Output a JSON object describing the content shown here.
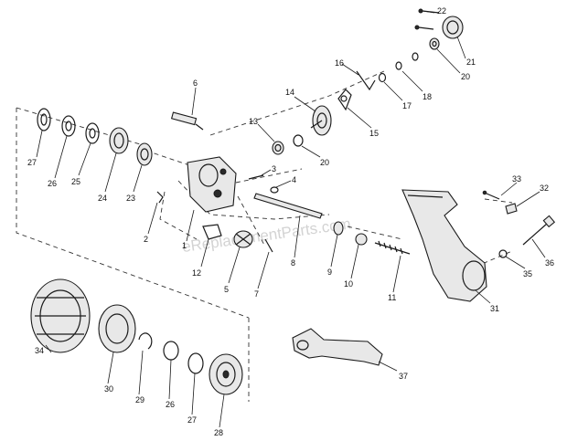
{
  "watermark": "eReplacementParts.com",
  "parts": [
    {
      "label": "22"
    },
    {
      "label": "21"
    },
    {
      "label": "20"
    },
    {
      "label": "16"
    },
    {
      "label": "18"
    },
    {
      "label": "17"
    },
    {
      "label": "14"
    },
    {
      "label": "15"
    },
    {
      "label": "13"
    },
    {
      "label": "20"
    },
    {
      "label": "6"
    },
    {
      "label": "3"
    },
    {
      "label": "4"
    },
    {
      "label": "27"
    },
    {
      "label": "26"
    },
    {
      "label": "25"
    },
    {
      "label": "24"
    },
    {
      "label": "23"
    },
    {
      "label": "2"
    },
    {
      "label": "1"
    },
    {
      "label": "12"
    },
    {
      "label": "5"
    },
    {
      "label": "7"
    },
    {
      "label": "8"
    },
    {
      "label": "9"
    },
    {
      "label": "10"
    },
    {
      "label": "11"
    },
    {
      "label": "33"
    },
    {
      "label": "32"
    },
    {
      "label": "36"
    },
    {
      "label": "35"
    },
    {
      "label": "31"
    },
    {
      "label": "34"
    },
    {
      "label": "30"
    },
    {
      "label": "29"
    },
    {
      "label": "26"
    },
    {
      "label": "27"
    },
    {
      "label": "28"
    },
    {
      "label": "37"
    }
  ]
}
